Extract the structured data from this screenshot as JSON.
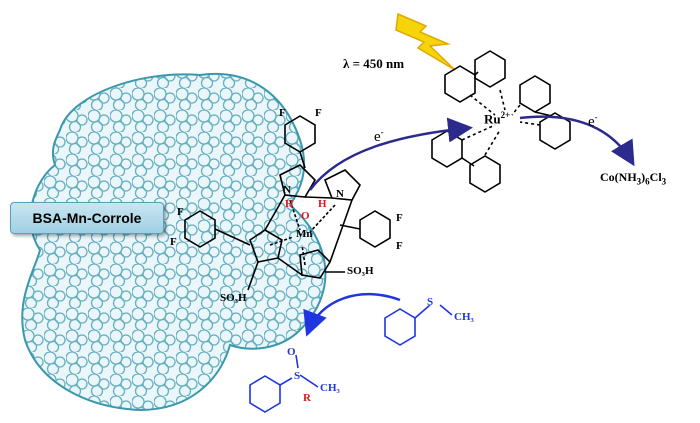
{
  "badge": {
    "label": "BSA-Mn-Corrole"
  },
  "light": {
    "label": "λ = 450 nm"
  },
  "electrons": {
    "e1": "e",
    "e2": "e",
    "charge": "-"
  },
  "ru_complex": {
    "metal": "Ru",
    "charge": "2+"
  },
  "acceptor": {
    "prefix": "Co(NH",
    "sub1": "3",
    "mid": ")",
    "sub2": "6",
    "suffix": "Cl",
    "sub3": "3"
  },
  "corrole": {
    "metal": "Mn",
    "oxo": "O",
    "h_left": "H",
    "h_right": "H",
    "sulfonate_right": "SO₃H",
    "sulfonate_left": "SO₃H",
    "fluorine": "F",
    "nitrogen": "N"
  },
  "substrate": {
    "sulfur": "S",
    "methyl": "CH₃"
  },
  "product": {
    "oxygen": "O",
    "sulfur": "S",
    "methyl": "CH₃",
    "r_group": "R"
  },
  "colors": {
    "protein": "#3a98ad",
    "arrow_dark": "#2c2a8c",
    "arrow_blue": "#1f35e0",
    "highlight_red": "#e01818",
    "bolt": "#f5d40a"
  }
}
